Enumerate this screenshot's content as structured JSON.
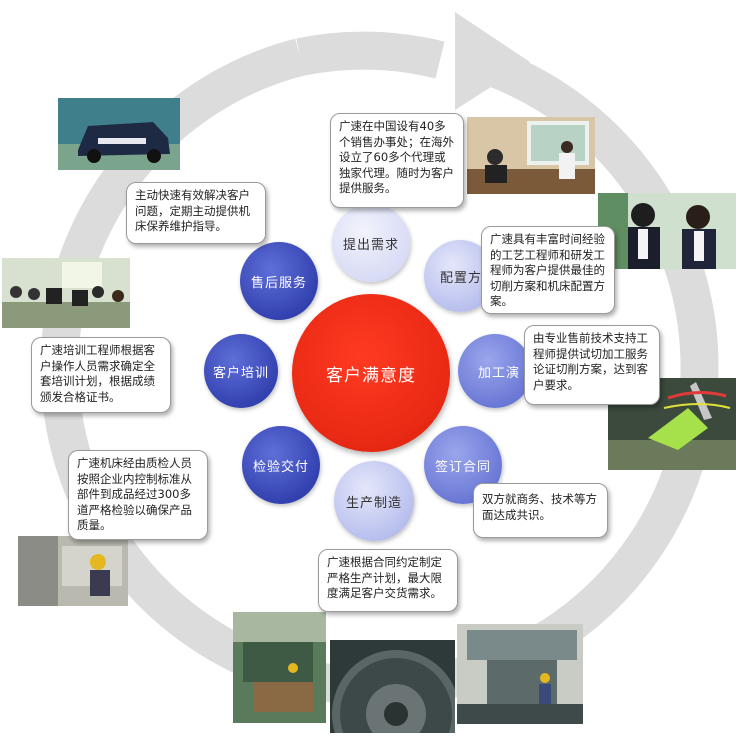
{
  "center_label": "客户满意度",
  "nodes": [
    {
      "label": "提出需求"
    },
    {
      "label": "配置方"
    },
    {
      "label": "加工演"
    },
    {
      "label": "签订合同"
    },
    {
      "label": "生产制造"
    },
    {
      "label": "检验交付"
    },
    {
      "label": "客户培训"
    },
    {
      "label": "售后服务"
    }
  ],
  "callouts": {
    "demand": "广速在中国设有40多个销售办事处；在海外设立了60多个代理或独家代理。随时为客户提供服务。",
    "config": "广速具有丰富时间经验的工艺工程师和研发工程师为客户提供最佳的切削方案和机床配置方案。",
    "demo": "由专业售前技术支持工程师提供试切加工服务论证切削方案，达到客户要求。",
    "contract": "双方就商务、技术等方面达成共识。",
    "production": "广速根据合同约定制定严格生产计划，最大限度满足客户交货需求。",
    "inspection": "广速机床经由质检人员按照企业内控制标准从部件到成品经过300多道严格检验以确保产品质量。",
    "training": "广速培训工程师根据客户操作人员需求确定全套培训计划，根据成绩颁发合格证书。",
    "aftersales": "主动快速有效解决客户问题，定期主动提供机床保养维护指导。"
  },
  "colors": {
    "center": "#ea2a14",
    "node_dark": "#3342b0",
    "node_mid": "#6b79d6",
    "node_pale": "#d8dcf5",
    "ring": "#d9d9d9"
  },
  "icons": [
    "cycle-arrow",
    "van-photo",
    "meeting-photo",
    "discussion-photo",
    "machining-photo",
    "training-room-photo",
    "inspection-photo",
    "factory-photo",
    "gear-photo",
    "machine-tool-photo"
  ]
}
